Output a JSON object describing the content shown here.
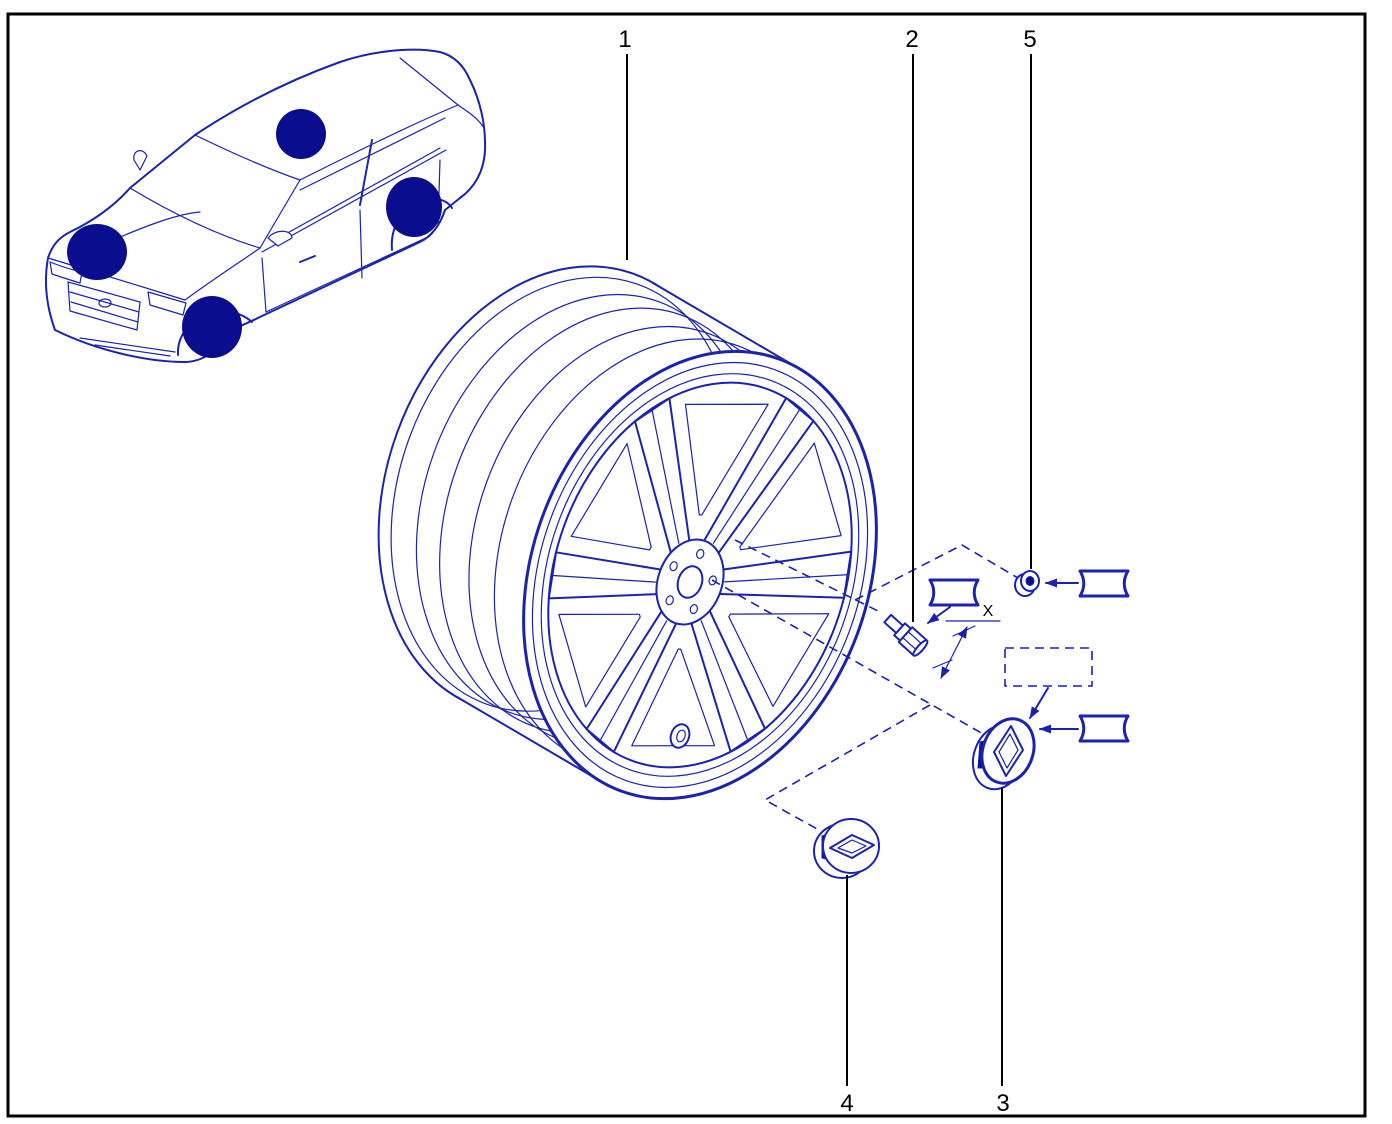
{
  "callouts": {
    "part_1": "1",
    "part_2": "2",
    "part_3": "3",
    "part_4": "4",
    "part_5": "5"
  },
  "dimension_label": "X",
  "colors": {
    "line": "#1a22b0",
    "fill": "#0a0e8e",
    "frame": "#000000",
    "background": "#ffffff"
  }
}
